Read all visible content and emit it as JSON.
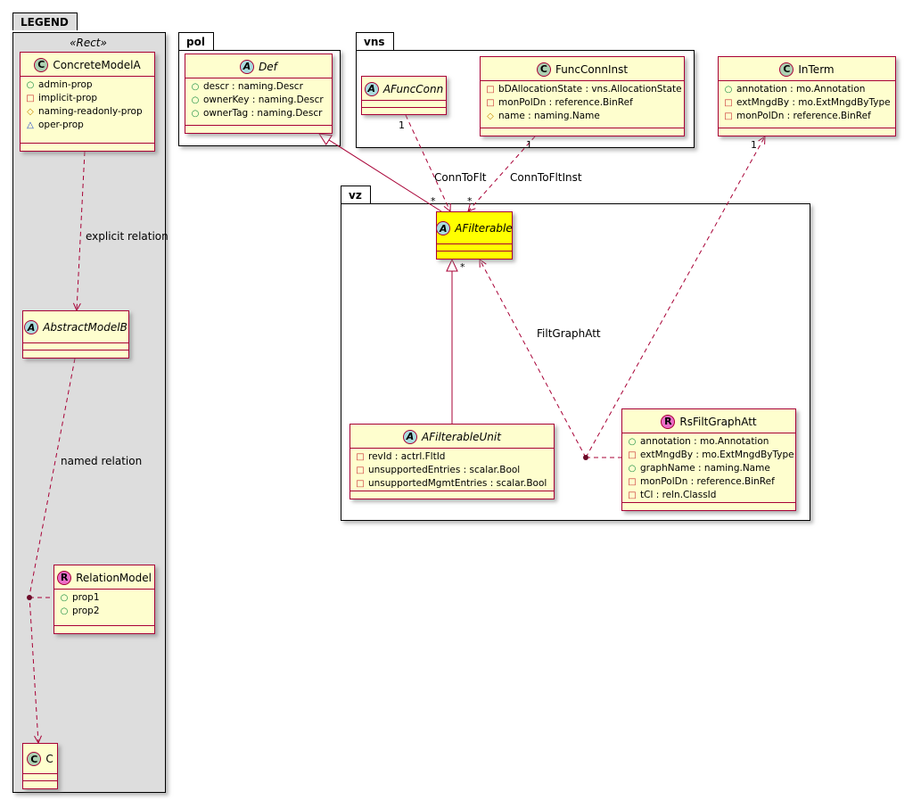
{
  "diagram": {
    "kind": "uml-class-diagram",
    "colors": {
      "class_bg": "#FEFECE",
      "class_border": "#A80036",
      "highlight_bg": "#FFFF00",
      "legend_bg": "#DDDDDD",
      "package_border": "#000000",
      "spot_class": "#ADD1B2",
      "spot_abstract": "#A9DCDF",
      "spot_relation": "#EC6EC8"
    }
  },
  "legend": {
    "title": "LEGEND",
    "stereotype": "«Rect»",
    "explicit_relation_label": "explicit relation",
    "named_relation_label": "named relation",
    "classes": {
      "concrete": {
        "spot": "C",
        "name": "ConcreteModelA",
        "attrs": [
          {
            "icon": "circle",
            "text": "admin-prop"
          },
          {
            "icon": "square",
            "text": "implicit-prop"
          },
          {
            "icon": "diamond",
            "text": "naming-readonly-prop"
          },
          {
            "icon": "triangle",
            "text": "oper-prop"
          }
        ]
      },
      "abstract": {
        "spot": "A",
        "name": "AbstractModelB"
      },
      "relation": {
        "spot": "R",
        "name": "RelationModel",
        "attrs": [
          {
            "icon": "circle",
            "text": "prop1"
          },
          {
            "icon": "circle",
            "text": "prop2"
          }
        ]
      },
      "c": {
        "spot": "C",
        "name": "C"
      }
    }
  },
  "packages": {
    "pol": {
      "name": "pol"
    },
    "vns": {
      "name": "vns"
    },
    "vz": {
      "name": "vz"
    }
  },
  "classes": {
    "def": {
      "spot": "A",
      "name": "Def",
      "attrs": [
        {
          "icon": "circle",
          "text": "descr : naming.Descr"
        },
        {
          "icon": "circle",
          "text": "ownerKey : naming.Descr"
        },
        {
          "icon": "circle",
          "text": "ownerTag : naming.Descr"
        }
      ]
    },
    "afuncconn": {
      "spot": "A",
      "name": "AFuncConn"
    },
    "funcconninst": {
      "spot": "C",
      "name": "FuncConnInst",
      "attrs": [
        {
          "icon": "square",
          "text": "bDAllocationState : vns.AllocationState"
        },
        {
          "icon": "square",
          "text": "monPolDn : reference.BinRef"
        },
        {
          "icon": "diamond",
          "text": "name : naming.Name"
        }
      ]
    },
    "interm": {
      "spot": "C",
      "name": "InTerm",
      "attrs": [
        {
          "icon": "circle",
          "text": "annotation : mo.Annotation"
        },
        {
          "icon": "square",
          "text": "extMngdBy : mo.ExtMngdByType"
        },
        {
          "icon": "square",
          "text": "monPolDn : reference.BinRef"
        }
      ]
    },
    "afilterable": {
      "spot": "A",
      "name": "AFilterable"
    },
    "afilterableunit": {
      "spot": "A",
      "name": "AFilterableUnit",
      "attrs": [
        {
          "icon": "square",
          "text": "revId : actrl.FltId"
        },
        {
          "icon": "square",
          "text": "unsupportedEntries : scalar.Bool"
        },
        {
          "icon": "square",
          "text": "unsupportedMgmtEntries : scalar.Bool"
        }
      ]
    },
    "rsfiltgraphatt": {
      "spot": "R",
      "name": "RsFiltGraphAtt",
      "attrs": [
        {
          "icon": "circle",
          "text": "annotation : mo.Annotation"
        },
        {
          "icon": "square",
          "text": "extMngdBy : mo.ExtMngdByType"
        },
        {
          "icon": "circle",
          "text": "graphName : naming.Name"
        },
        {
          "icon": "square",
          "text": "monPolDn : reference.BinRef"
        },
        {
          "icon": "square",
          "text": "tCl : reln.ClassId"
        }
      ]
    }
  },
  "relations": {
    "conntoflt": {
      "label": "ConnToFlt",
      "source_mult": "1",
      "target_mult": "*"
    },
    "conntofltinst": {
      "label": "ConnToFltInst",
      "source_mult": "1",
      "target_mult": "*"
    },
    "filtgraphatt": {
      "label": "FiltGraphAtt",
      "afilterable_mult": "*",
      "interm_mult": "1"
    }
  }
}
